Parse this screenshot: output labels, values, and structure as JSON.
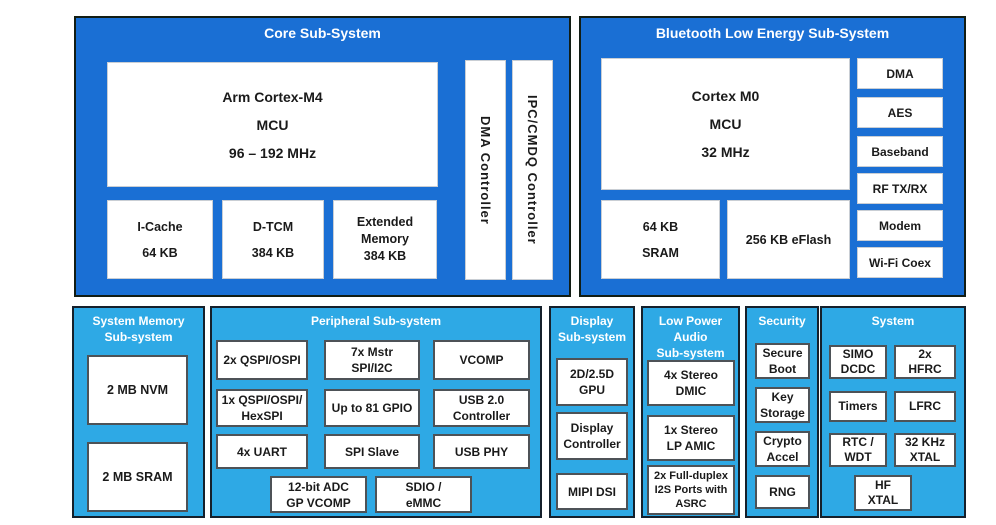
{
  "colors": {
    "dark_section_bg": "#1A6FD4",
    "light_section_bg": "#2EA9E5",
    "dark_section_border": "#121d14",
    "light_section_border": "#15202b",
    "box_border_dark_sections": "#c9ced4",
    "box_border_light_sections": "#4d5257",
    "box_bg": "#ffffff",
    "title_text": "#ffffff",
    "box_text": "#1a1a1a",
    "page_bg": "#ffffff"
  },
  "core": {
    "title": "Core Sub-System",
    "mcu_lines": [
      "Arm Cortex-M4",
      "MCU",
      "96 – 192 MHz"
    ],
    "icache_lines": [
      "I-Cache",
      "64 KB"
    ],
    "dtcm_lines": [
      "D-TCM",
      "384 KB"
    ],
    "extmem_lines": [
      "Extended",
      "Memory",
      "384 KB"
    ],
    "dma_controller": "DMA Controller",
    "ipc_controller": "IPC/CMDQ Controller"
  },
  "ble": {
    "title": "Bluetooth Low Energy Sub-System",
    "mcu_lines": [
      "Cortex M0",
      "MCU",
      "32 MHz"
    ],
    "sram_lines": [
      "64 KB",
      "SRAM"
    ],
    "eflash": "256 KB eFlash",
    "right_boxes": [
      "DMA",
      "AES",
      "Baseband",
      "RF TX/RX",
      "Modem",
      "Wi-Fi Coex"
    ]
  },
  "system_memory": {
    "title_lines": [
      "System Memory",
      "Sub-system"
    ],
    "nvm": "2 MB NVM",
    "sram": "2 MB SRAM"
  },
  "peripheral": {
    "title": "Peripheral Sub-system",
    "row1": [
      [
        "2x QSPI/OSPI"
      ],
      [
        "7x Mstr",
        "SPI/I2C"
      ],
      [
        "VCOMP"
      ]
    ],
    "row2": [
      [
        "1x QSPI/OSPI/",
        "HexSPI"
      ],
      [
        "Up to 81 GPIO"
      ],
      [
        "USB 2.0",
        "Controller"
      ]
    ],
    "row3": [
      [
        "4x UART"
      ],
      [
        "SPI Slave"
      ],
      [
        "USB PHY"
      ]
    ],
    "row4": [
      [
        "12-bit ADC",
        "GP VCOMP"
      ],
      [
        "SDIO /",
        "eMMC"
      ]
    ]
  },
  "display": {
    "title_lines": [
      "Display",
      "Sub-system"
    ],
    "gpu_lines": [
      "2D/2.5D",
      "GPU"
    ],
    "controller_lines": [
      "Display",
      "Controller"
    ],
    "mipi": "MIPI DSI"
  },
  "audio": {
    "title_lines": [
      "Low Power",
      "Audio",
      "Sub-system"
    ],
    "dmic_lines": [
      "4x Stereo",
      "DMIC"
    ],
    "amic_lines": [
      "1x Stereo",
      "LP AMIC"
    ],
    "i2s_lines": [
      "2x Full-duplex",
      "I2S Ports with",
      "ASRC"
    ]
  },
  "security": {
    "title": "Security",
    "boxes": [
      [
        "Secure",
        "Boot"
      ],
      [
        "Key",
        "Storage"
      ],
      [
        "Crypto",
        "Accel"
      ],
      [
        "RNG"
      ]
    ]
  },
  "system": {
    "title": "System",
    "grid": [
      [
        "SIMO",
        "DCDC"
      ],
      [
        "2x",
        "HFRC"
      ],
      [
        "Timers"
      ],
      [
        "LFRC"
      ],
      [
        "RTC /",
        "WDT"
      ],
      [
        "32 KHz",
        "XTAL"
      ]
    ],
    "hf_xtal_lines": [
      "HF",
      "XTAL"
    ]
  }
}
